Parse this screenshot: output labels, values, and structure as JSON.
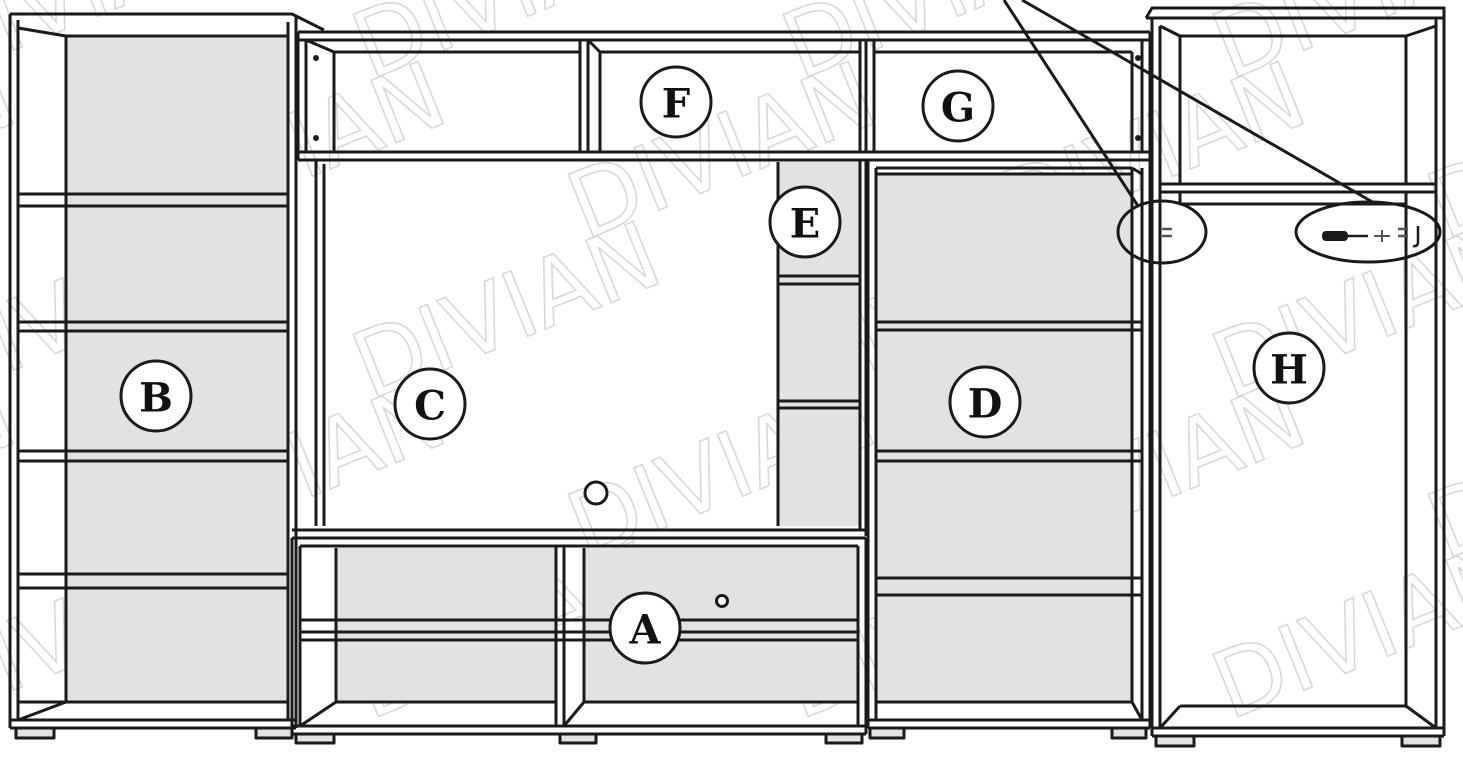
{
  "watermark_text": "DIVIAN",
  "colors": {
    "line": "#1a1a1a",
    "panel_fill": "#e2e2e2",
    "background": "#ffffff",
    "watermark": "#d8d8d8"
  },
  "labels": {
    "A": "A",
    "B": "B",
    "C": "C",
    "D": "D",
    "E": "E",
    "F": "F",
    "G": "G",
    "H": "H"
  },
  "detail_callouts": [
    {
      "name": "hinge-detail",
      "icon": "hinge-bracket-icon"
    },
    {
      "name": "hardware-detail",
      "icon": "screwdriver-screws-icon"
    }
  ]
}
